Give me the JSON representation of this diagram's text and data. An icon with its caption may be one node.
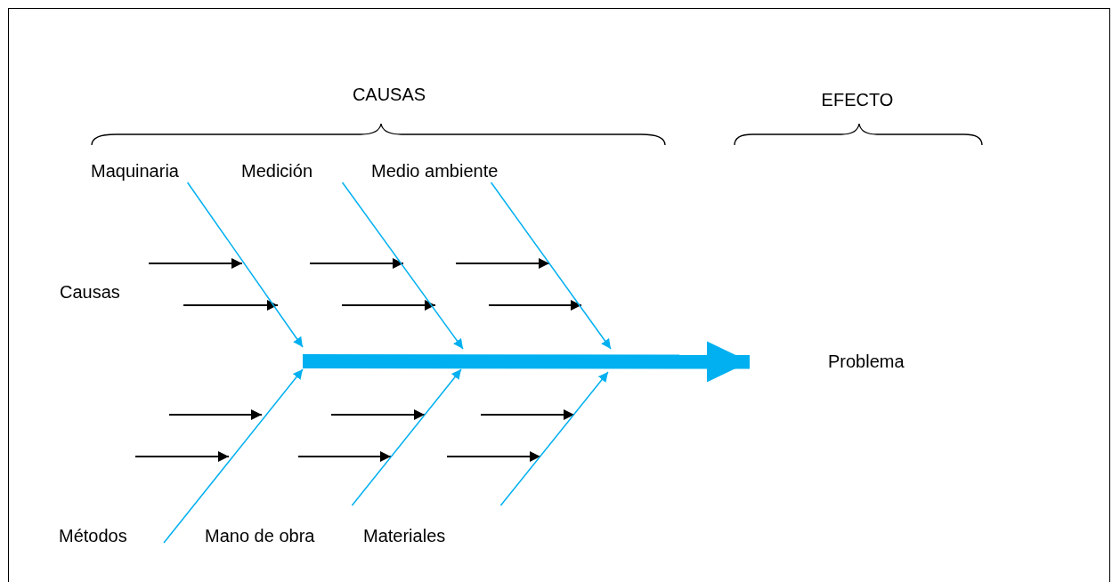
{
  "diagram": {
    "nodes": [
      {
        "text": [
          "Maquinaria"
        ]
      },
      {
        "text": [
          "Medición"
        ]
      },
      {
        "text": [
          "Medio ambiente"
        ]
      },
      {
        "text": [
          "Métodos"
        ]
      },
      {
        "text": [
          "Mano de obra"
        ]
      },
      {
        "text": [
          "Materiales"
        ]
      },
      {
        "text": [
          "Problema"
        ]
      }
    ],
    "edges": [
      {
        "from": 0,
        "to": null,
        "arrow": "to",
        "color": "#00b0f0"
      },
      {
        "from": 1,
        "to": null,
        "arrow": "to",
        "color": "#00b0f0"
      },
      {
        "from": 2,
        "to": null,
        "arrow": "to",
        "color": "#00b0f0"
      },
      {
        "from": 3,
        "to": null,
        "arrow": "to",
        "color": "#00b0f0"
      },
      {
        "from": 4,
        "to": null,
        "arrow": "to",
        "color": "#00b0f0"
      },
      {
        "from": 5,
        "to": null,
        "arrow": "to",
        "color": "#00b0f0"
      },
      {
        "from": null,
        "to": 6,
        "arrow": "to",
        "style": "thick",
        "color": "#00b0f0"
      }
    ],
    "labels": [
      "CAUSAS",
      "EFECTO",
      "Causas"
    ]
  }
}
